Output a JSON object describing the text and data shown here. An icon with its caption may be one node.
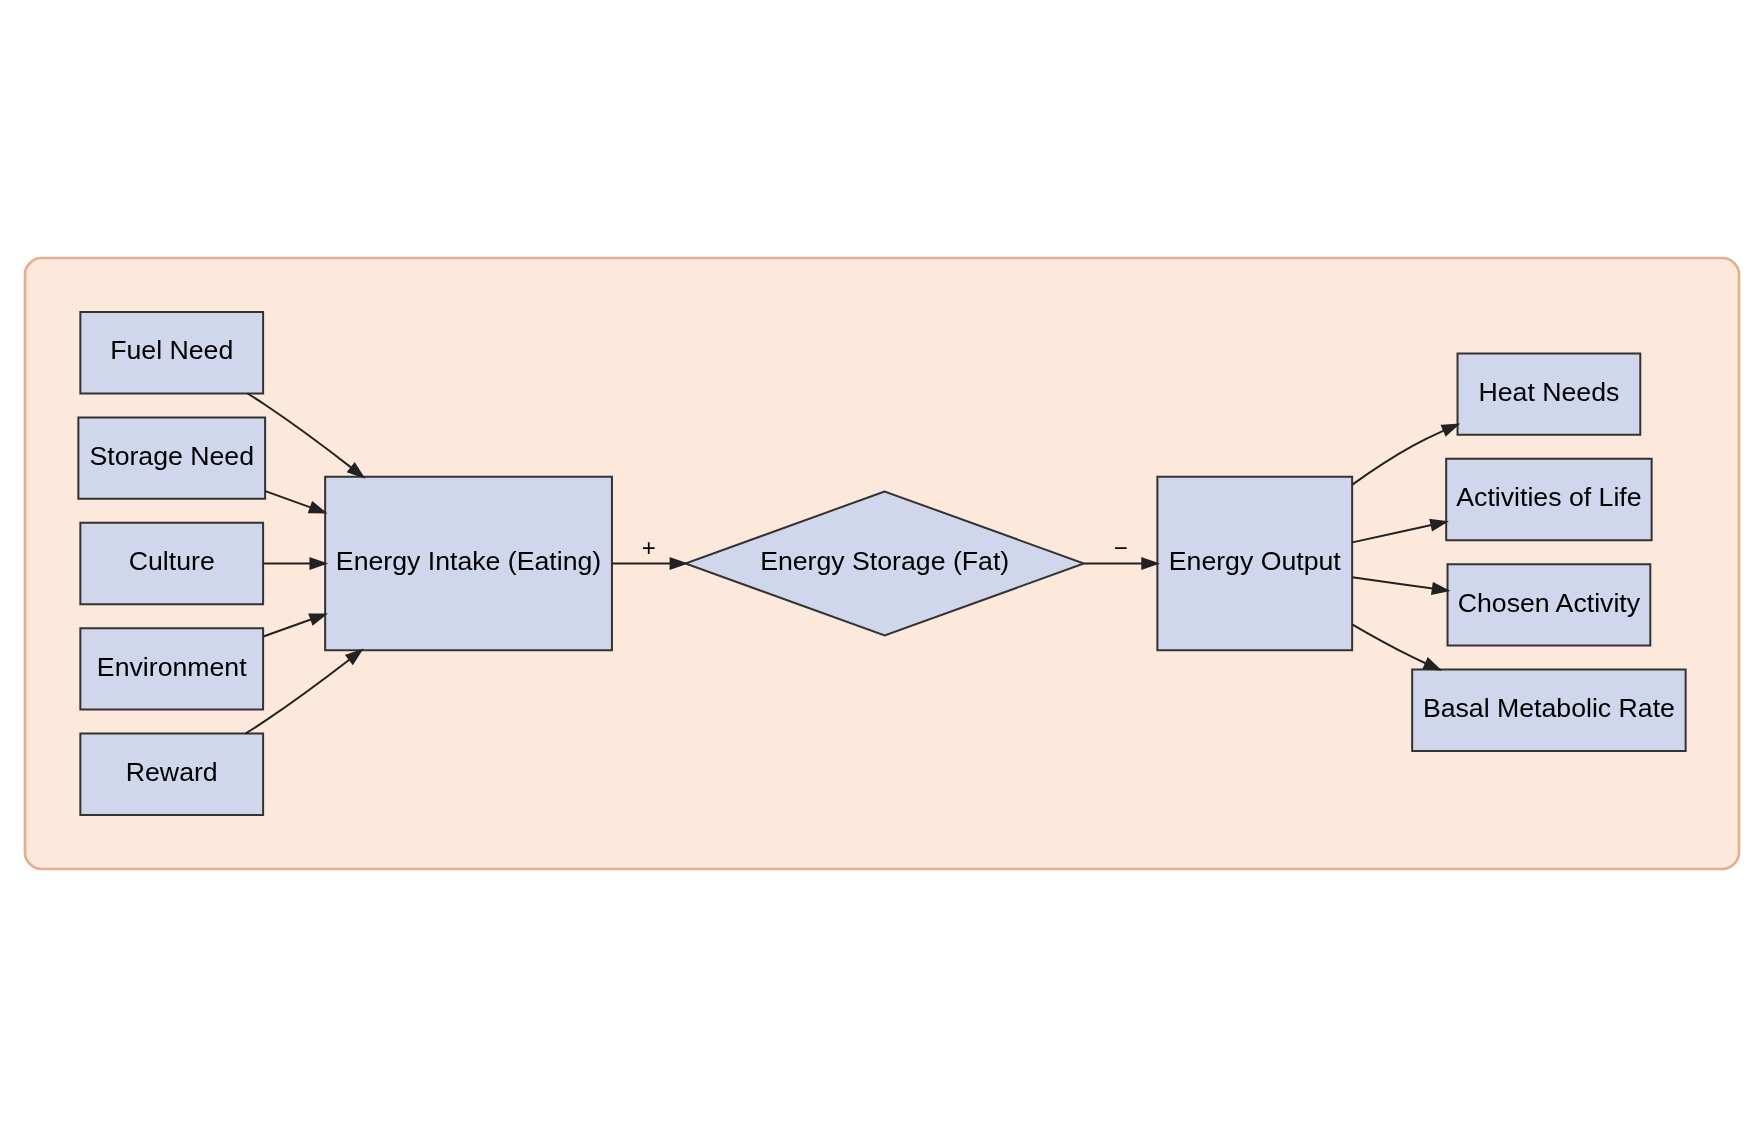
{
  "diagram": {
    "nodes": [
      {
        "text": [],
        "shape": "box"
      },
      {
        "text": [
          "Fuel Need"
        ],
        "in": 0
      },
      {
        "text": [
          "Storage Need"
        ],
        "in": 0
      },
      {
        "text": [
          "Culture"
        ],
        "in": 0
      },
      {
        "text": [
          "Environment"
        ],
        "in": 0
      },
      {
        "text": [
          "Reward"
        ],
        "in": 0
      },
      {
        "text": [
          "Energy Intake (Eating)"
        ],
        "in": 0
      },
      {
        "text": [
          "Energy Storage (Fat)"
        ],
        "in": 0
      },
      {
        "text": [
          "Energy Output"
        ],
        "in": 0
      },
      {
        "text": [
          "Basal Metabolic Rate"
        ],
        "in": 0
      },
      {
        "text": [
          "Chosen Activity"
        ],
        "in": 0
      },
      {
        "text": [
          "Activities of Life"
        ],
        "in": 0
      },
      {
        "text": [
          "Heat Needs"
        ],
        "in": 0
      }
    ],
    "edges": [
      {
        "from": 1,
        "to": 6,
        "arrow": "to"
      },
      {
        "from": 2,
        "to": 6,
        "arrow": "to"
      },
      {
        "from": 3,
        "to": 6,
        "arrow": "to"
      },
      {
        "from": 4,
        "to": 6,
        "arrow": "to"
      },
      {
        "from": 5,
        "to": 6,
        "arrow": "to"
      },
      {
        "from": 6,
        "to": 7,
        "label": "+",
        "arrow": "to"
      },
      {
        "from": 7,
        "to": 8,
        "label": "−",
        "arrow": "to"
      },
      {
        "from": 8,
        "to": 9,
        "arrow": "to"
      },
      {
        "from": 8,
        "to": 10,
        "arrow": "to"
      },
      {
        "from": 8,
        "to": 11,
        "arrow": "to"
      },
      {
        "from": 8,
        "to": 12,
        "arrow": "to"
      }
    ]
  }
}
